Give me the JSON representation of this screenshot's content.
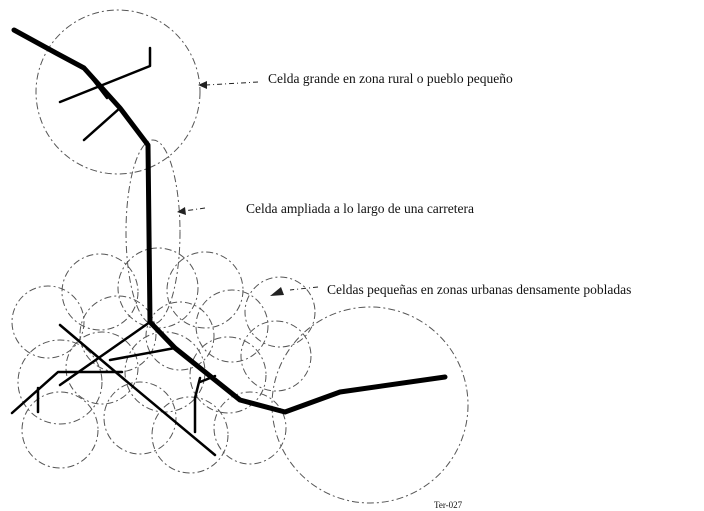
{
  "labels": {
    "large_cell": "Celda grande en zona rural o pueblo pequeño",
    "extended_cell": "Celda ampliada a lo largo de una carretera",
    "small_cells": "Celdas pequeñas en zonas urbanas densamente pobladas"
  },
  "figure_code": "Ter-027"
}
